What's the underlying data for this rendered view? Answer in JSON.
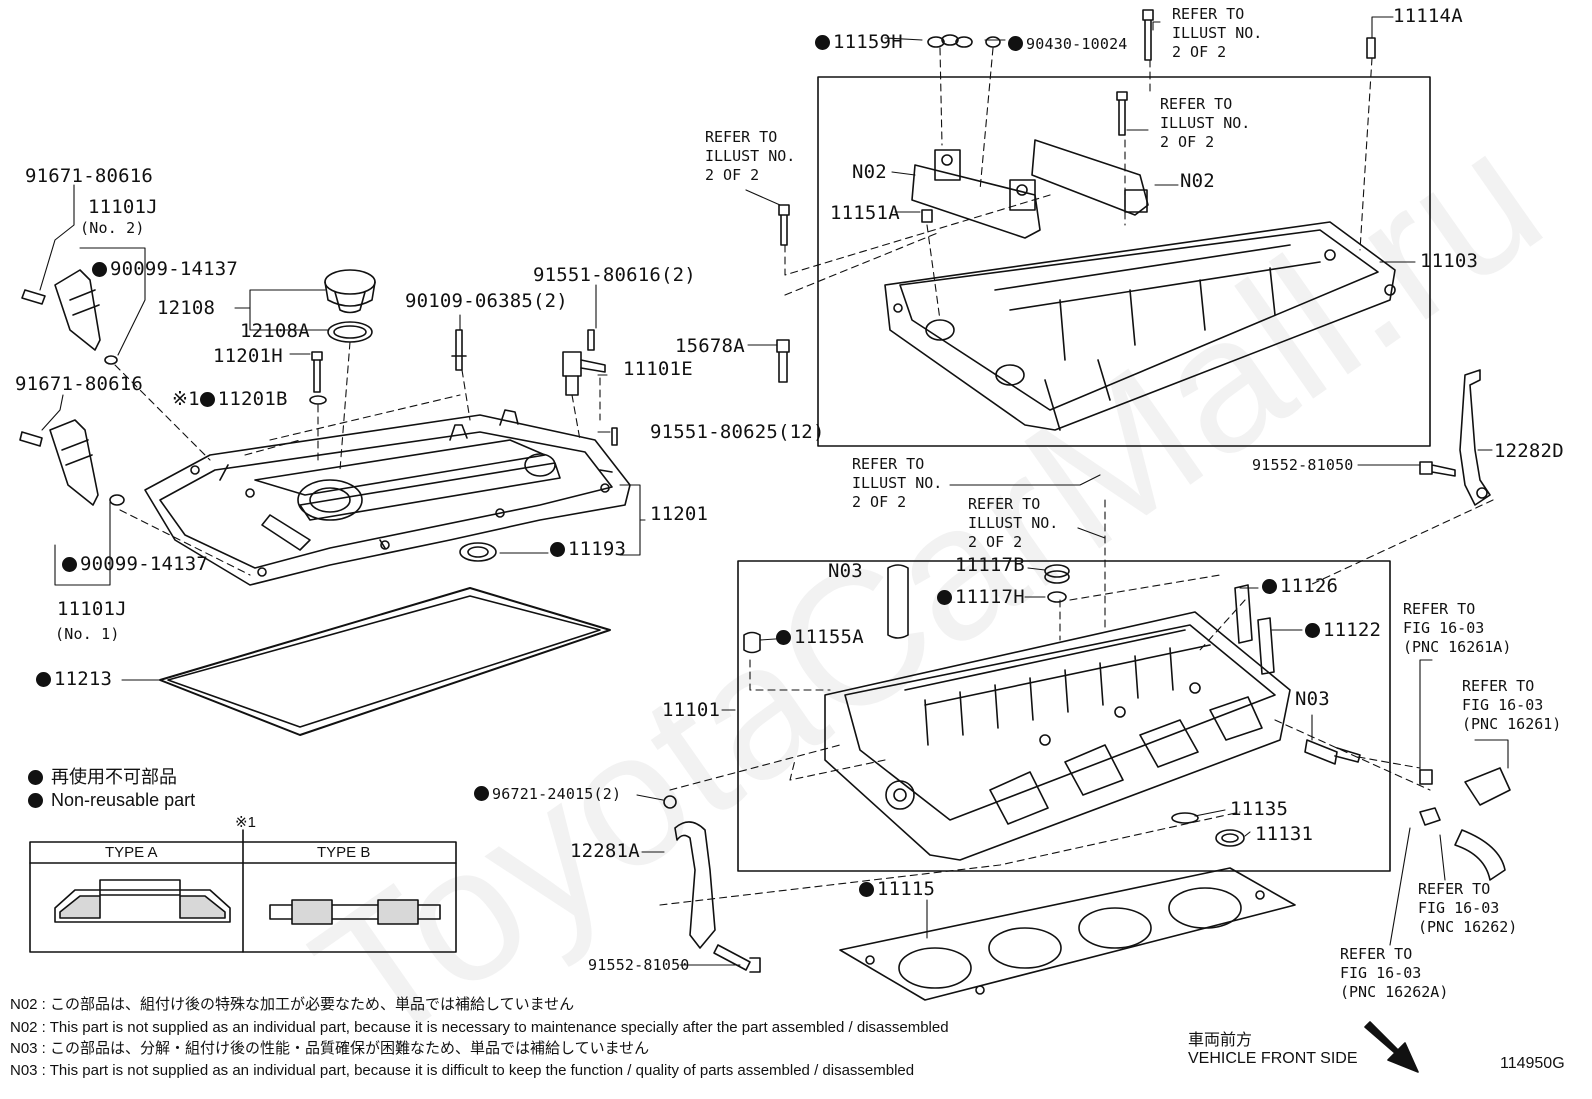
{
  "watermark": "ToyotaCarMall.ru",
  "figure_code": "114950G",
  "parts": {
    "p_91671_80616_a": "91671-80616",
    "p_11101J_2": "11101J",
    "p_no2": "(No. 2)",
    "p_90099_14137_a": "90099-14137",
    "p_12108": "12108",
    "p_12108A": "12108A",
    "p_11201H": "11201H",
    "p_91671_80616_b": "91671-80616",
    "p_11201B": "11201B",
    "p_90109_06385": "90109-06385(2)",
    "p_91551_80616": "91551-80616(2)",
    "p_11101E": "11101E",
    "p_91551_80625": "91551-80625(12)",
    "p_11201": "11201",
    "p_11193": "11193",
    "p_90099_14137_b": "90099-14137",
    "p_11101J_1": "11101J",
    "p_no1": "(No. 1)",
    "p_11213": "11213",
    "p_11159H": "11159H",
    "p_90430_10024": "90430-10024",
    "p_11114A": "11114A",
    "p_N02_a": "N02",
    "p_N02_b": "N02",
    "p_11151A": "11151A",
    "p_11103": "11103",
    "p_15678A": "15678A",
    "p_91552_81050_a": "91552-81050",
    "p_12282D": "12282D",
    "p_N03_a": "N03",
    "p_11117B": "11117B",
    "p_11117H": "11117H",
    "p_11126": "11126",
    "p_11155A": "11155A",
    "p_11122": "11122",
    "p_11101": "11101",
    "p_N03_b": "N03",
    "p_96721_24015": "96721-24015(2)",
    "p_11135": "11135",
    "p_11131": "11131",
    "p_12281A": "12281A",
    "p_11115": "11115",
    "p_91552_81050_b": "91552-81050",
    "p_mark1": "※1"
  },
  "refs": {
    "r1": "REFER TO\nILLUST NO.\n2 OF 2",
    "r2": "REFER TO\nILLUST NO.\n2 OF 2",
    "r3": "REFER TO\nILLUST NO.\n2 OF 2",
    "r4": "REFER TO\nILLUST NO.\n2 OF 2",
    "r5": "REFER TO\nILLUST NO.\n2 OF 2",
    "f1": "REFER TO\nFIG 16-03\n(PNC 16261A)",
    "f2": "REFER TO\nFIG 16-03\n(PNC 16261)",
    "f3": "REFER TO\nFIG 16-03\n(PNC 16262)",
    "f4": "REFER TO\nFIG 16-03\n(PNC 16262A)"
  },
  "legend": {
    "jp": "再使用不可部品",
    "en": "Non-reusable part"
  },
  "types": {
    "mark": "※1",
    "a": "TYPE A",
    "b": "TYPE B"
  },
  "notes": {
    "n02_jp": "N02 : この部品は、組付け後の特殊な加工が必要なため、単品では補給していません",
    "n02_en": "N02 : This part is not supplied as an individual part, because it is necessary to maintenance specially after the part assembled / disassembled",
    "n03_jp": "N03 : この部品は、分解・組付け後の性能・品質確保が困難なため、単品では補給していません",
    "n03_en": "N03 : This part is not supplied as an individual part, because it is difficult to keep the function / quality of parts  assembled / disassembled"
  },
  "front": {
    "jp": "車両前方",
    "en": "VEHICLE FRONT SIDE"
  }
}
